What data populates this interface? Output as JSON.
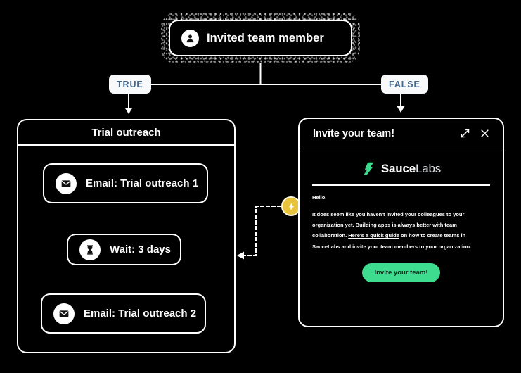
{
  "canvas": {
    "background": "#000000",
    "stroke": "#ffffff"
  },
  "trigger": {
    "label": "Invited team member",
    "icon": "user-avatar-icon"
  },
  "branches": {
    "true_label": "TRUE",
    "false_label": "FALSE",
    "pill_bg": "#f7f9fb",
    "pill_text_color": "#44668c"
  },
  "group": {
    "title": "Trial outreach",
    "steps": [
      {
        "label": "Email: Trial outreach 1",
        "icon": "envelope-icon"
      },
      {
        "label": "Wait: 3 days",
        "icon": "hourglass-icon"
      },
      {
        "label": "Email: Trial outreach 2",
        "icon": "envelope-icon"
      }
    ]
  },
  "email_preview": {
    "title": "Invite your team!",
    "expand_icon": "expand-diagonal-icon",
    "close_icon": "close-icon",
    "brand": {
      "name_bold": "Sauce",
      "name_light": "Labs",
      "mark_color": "#3ddc8f"
    },
    "greeting": "Hello,",
    "body_before_link": "It does seem like you haven't invited your colleagues to your organization yet. Building apps is always better with team collaboration. ",
    "link_text": "Here's a quick guide",
    "body_after_link": " on how to create teams in SauceLabs and invite your team members to your organization.",
    "cta_label": "Invite your team!",
    "cta_color": "#3ddc8f"
  },
  "bolt_badge": {
    "icon": "lightning-bolt-icon",
    "color": "#e8c33e"
  }
}
